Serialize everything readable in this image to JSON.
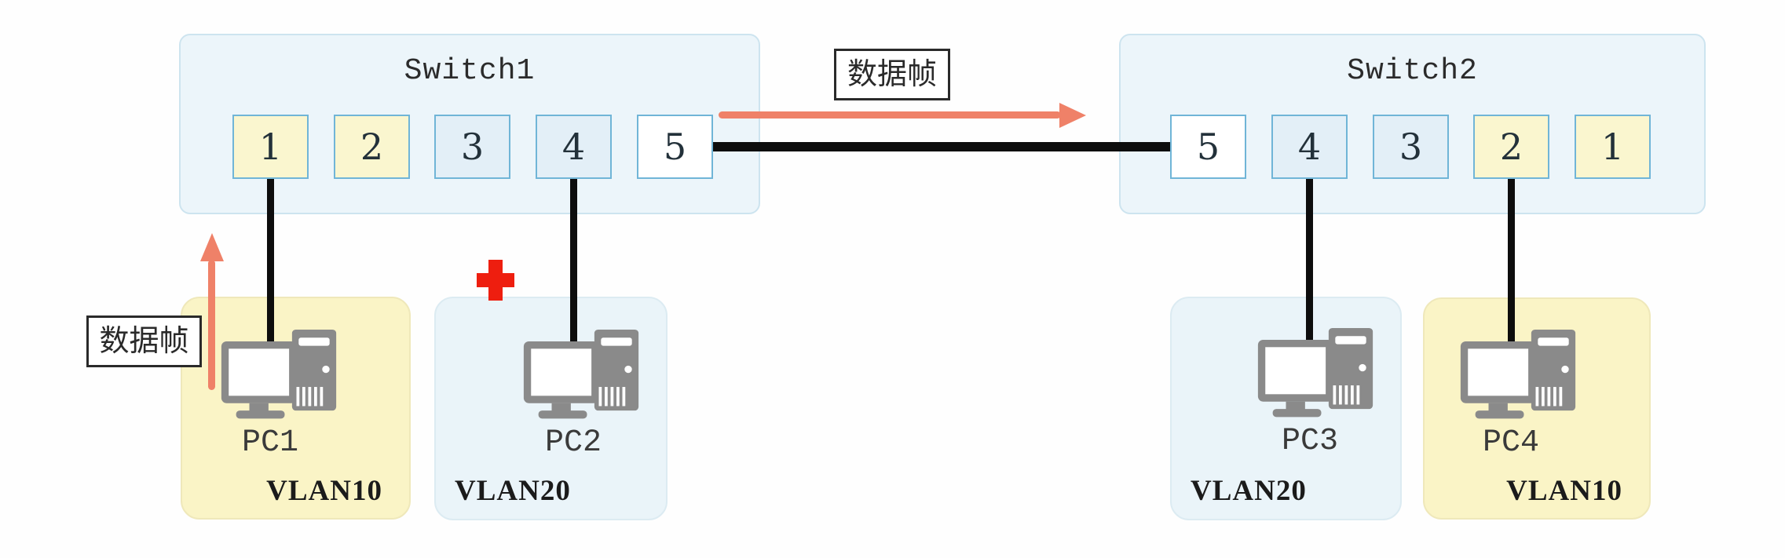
{
  "switch1": {
    "title": "Switch1",
    "ports": [
      {
        "label": "1",
        "vlan": "VLAN10"
      },
      {
        "label": "2",
        "vlan": "VLAN10"
      },
      {
        "label": "3",
        "vlan": "VLAN20"
      },
      {
        "label": "4",
        "vlan": "VLAN20"
      },
      {
        "label": "5",
        "vlan": "trunk"
      }
    ]
  },
  "switch2": {
    "title": "Switch2",
    "ports": [
      {
        "label": "5",
        "vlan": "trunk"
      },
      {
        "label": "4",
        "vlan": "VLAN20"
      },
      {
        "label": "3",
        "vlan": "VLAN20"
      },
      {
        "label": "2",
        "vlan": "VLAN10"
      },
      {
        "label": "1",
        "vlan": "VLAN10"
      }
    ]
  },
  "pcs": [
    {
      "name": "PC1",
      "vlan": "VLAN10"
    },
    {
      "name": "PC2",
      "vlan": "VLAN20"
    },
    {
      "name": "PC3",
      "vlan": "VLAN20"
    },
    {
      "name": "PC4",
      "vlan": "VLAN10"
    }
  ],
  "annotations": {
    "frame_label_top": "数据帧",
    "frame_label_left": "数据帧"
  },
  "colors": {
    "vlan10_port_bg": "#faf6cf",
    "vlan20_port_bg": "#e3eff7",
    "trunk_port_bg": "#ffffff",
    "port_border": "#70b5d7",
    "switch_bg": "#ecf5fa",
    "pc_vlan10_box_bg": "#faf4c6",
    "pc_vlan20_box_bg": "#eaf4f9",
    "frame_arrow": "#ef8168",
    "block_cross": "#ee1e0f",
    "cable": "#0d0d0d"
  }
}
